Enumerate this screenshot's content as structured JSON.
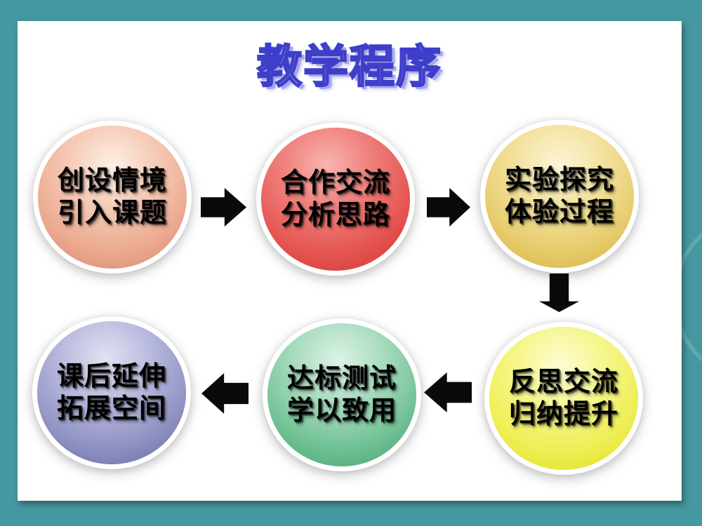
{
  "slide": {
    "title": "教学程序"
  },
  "flow": {
    "steps": [
      {
        "name": "step-1",
        "line1": "创设情境",
        "line2": "引入课题",
        "color_name": "peach",
        "color": "#eba98f"
      },
      {
        "name": "step-2",
        "line1": "合作交流",
        "line2": "分析思路",
        "color_name": "red",
        "color": "#e65a57"
      },
      {
        "name": "step-3",
        "line1": "实验探究",
        "line2": "体验过程",
        "color_name": "gold",
        "color": "#e8cd6f"
      },
      {
        "name": "step-4",
        "line1": "反思交流",
        "line2": "归纳提升",
        "color_name": "yellow",
        "color": "#eeee55"
      },
      {
        "name": "step-5",
        "line1": "达标测试",
        "line2": "学以致用",
        "color_name": "green",
        "color": "#72c296"
      },
      {
        "name": "step-6",
        "line1": "课后延伸",
        "line2": "拓展空间",
        "color_name": "purple",
        "color": "#9193c4"
      }
    ],
    "arrows": [
      {
        "name": "arrow-step1-step2",
        "direction": "right"
      },
      {
        "name": "arrow-step2-step3",
        "direction": "right"
      },
      {
        "name": "arrow-step3-step4",
        "direction": "down"
      },
      {
        "name": "arrow-step4-step5",
        "direction": "left"
      },
      {
        "name": "arrow-step5-step6",
        "direction": "left"
      }
    ],
    "arrow_color": "#0a0a0a"
  },
  "theme": {
    "background": "#4597a0",
    "slide_background": "#ffffff",
    "title_fill": "#bdbdd0",
    "title_outline": "#3e3ecb",
    "title_shadow": "#a6a6e8",
    "step_text_color": "#000000"
  }
}
